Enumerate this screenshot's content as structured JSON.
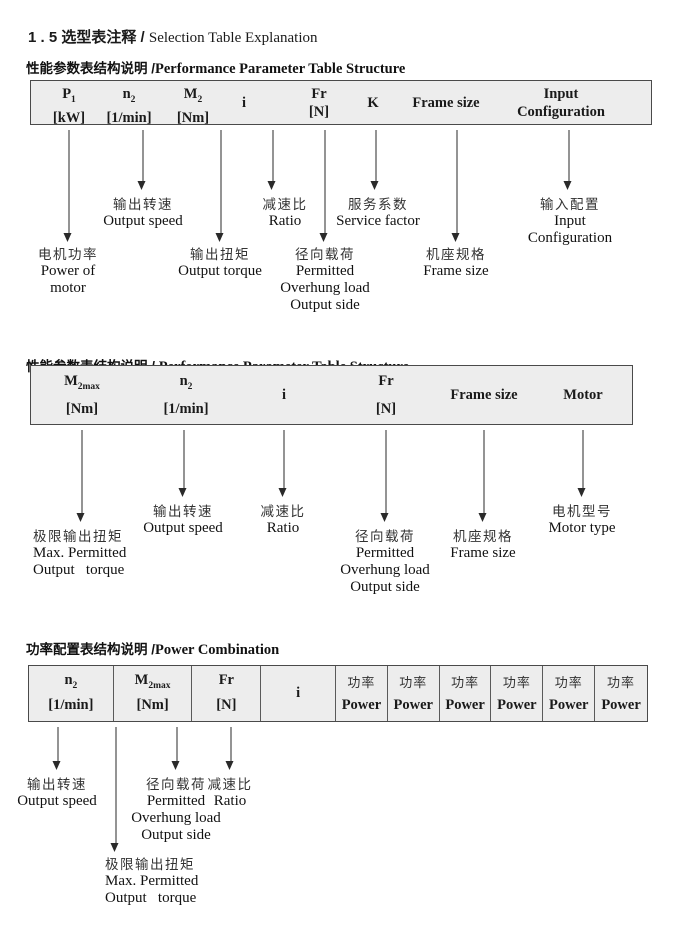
{
  "title": {
    "cn": "1 . 5 选型表注释 / ",
    "en": "Selection Table Explanation"
  },
  "section_performance1": {
    "heading_cn": "性能参数表结构说明 /",
    "heading_en": "Performance Parameter Table Structure",
    "table": {
      "p1": {
        "sym": "P",
        "sub": "1",
        "unit": "[kW]"
      },
      "n2": {
        "sym": "n",
        "sub": "2",
        "unit": "[1/min]"
      },
      "m2": {
        "sym": "M",
        "sub": "2",
        "unit": "[Nm]"
      },
      "i": {
        "sym": "i"
      },
      "fr": {
        "sym": "Fr",
        "unit": "[N]"
      },
      "k": {
        "sym": "K"
      },
      "frame": {
        "sym": "Frame size"
      },
      "input": {
        "line1": "Input",
        "line2": "Configuration"
      }
    },
    "labels": {
      "power_of_motor": {
        "cn": "电机功率",
        "en1": "Power of",
        "en2": "motor"
      },
      "output_speed": {
        "cn": "输出转速",
        "en": "Output speed"
      },
      "output_torque": {
        "cn": "输出扭矩",
        "en": "Output torque"
      },
      "ratio": {
        "cn": "减速比",
        "en": "Ratio"
      },
      "overhung_load": {
        "cn": "径向载荷",
        "en1": "Permitted",
        "en2": "Overhung load",
        "en3": "Output side"
      },
      "service_factor": {
        "cn": "服务系数",
        "en": "Service factor"
      },
      "frame_size": {
        "cn": "机座规格",
        "en": "Frame size"
      },
      "input_configuration": {
        "cn": "输入配置",
        "en1": "Input",
        "en2": "Configuration"
      }
    }
  },
  "section_performance2": {
    "heading_cn": "性能参数表结构说明 / ",
    "heading_en": "Performance Parameter Table Structure",
    "table": {
      "m2max": {
        "sym": "M",
        "sub": "2max",
        "unit": "[Nm]"
      },
      "n2": {
        "sym": "n",
        "sub": "2",
        "unit": "[1/min]"
      },
      "i": {
        "sym": "i"
      },
      "fr": {
        "sym": "Fr",
        "unit": "[N]"
      },
      "frame": {
        "sym": "Frame size"
      },
      "motor": {
        "sym": "Motor"
      }
    },
    "labels": {
      "max_torque": {
        "cn": "极限输出扭矩",
        "en1": "Max. Permitted",
        "en2": "Output   torque"
      },
      "output_speed": {
        "cn": "输出转速",
        "en": "Output speed"
      },
      "ratio": {
        "cn": "减速比",
        "en": "Ratio"
      },
      "overhung_load": {
        "cn": "径向载荷",
        "en1": "Permitted",
        "en2": "Overhung load",
        "en3": "Output side"
      },
      "frame_size": {
        "cn": "机座规格",
        "en": "Frame size"
      },
      "motor_type": {
        "cn": "电机型号",
        "en": "Motor type"
      }
    }
  },
  "section_power": {
    "heading_cn": "功率配置表结构说明 /",
    "heading_en": "Power Combination",
    "table": {
      "n2": {
        "sym": "n",
        "sub": "2",
        "unit": "[1/min]"
      },
      "m2max": {
        "sym": "M",
        "sub": "2max",
        "unit": "[Nm]"
      },
      "fr": {
        "sym": "Fr",
        "unit": "[N]"
      },
      "i": {
        "sym": "i"
      },
      "power": {
        "cn": "功率",
        "en": "Power"
      }
    },
    "labels": {
      "output_speed": {
        "cn": "输出转速",
        "en": "Output speed"
      },
      "max_torque": {
        "cn": "极限输出扭矩",
        "en1": "Max. Permitted",
        "en2": "Output   torque"
      },
      "overhung_load": {
        "cn": "径向载荷",
        "en1": "Permitted",
        "en2": "Overhung load",
        "en3": "Output side"
      },
      "ratio": {
        "cn": "减速比",
        "en": "Ratio"
      }
    }
  }
}
